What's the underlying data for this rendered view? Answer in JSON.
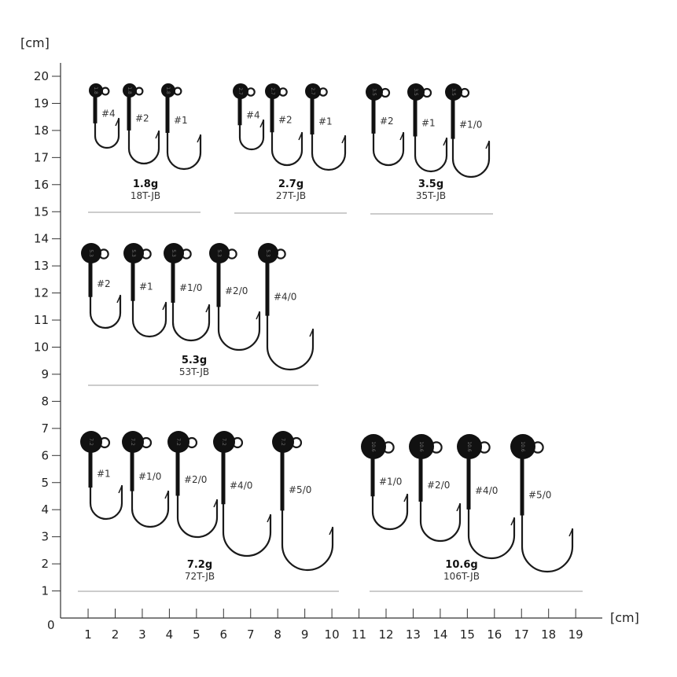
{
  "axes": {
    "y_unit": "[cm]",
    "x_unit": "[cm]",
    "origin_label": "0",
    "x_ticks": [
      "1",
      "2",
      "3",
      "4",
      "5",
      "6",
      "7",
      "8",
      "9",
      "10",
      "11",
      "12",
      "13",
      "14",
      "15",
      "16",
      "17",
      "18",
      "19"
    ],
    "y_ticks": [
      "1",
      "2",
      "3",
      "4",
      "5",
      "6",
      "7",
      "8",
      "9",
      "10",
      "11",
      "12",
      "13",
      "14",
      "15",
      "16",
      "17",
      "18",
      "19",
      "20"
    ]
  },
  "colors": {
    "hook": "#1a1a1a",
    "axis": "#333333",
    "divider": "#999999"
  },
  "groups": [
    {
      "weight": "1.8g",
      "code": "18T-JB",
      "head_text": "1.8",
      "hooks": [
        "#4",
        "#2",
        "#1"
      ]
    },
    {
      "weight": "2.7g",
      "code": "27T-JB",
      "head_text": "2.7",
      "hooks": [
        "#4",
        "#2",
        "#1"
      ]
    },
    {
      "weight": "3.5g",
      "code": "35T-JB",
      "head_text": "3.5",
      "hooks": [
        "#2",
        "#1",
        "#1/0"
      ]
    },
    {
      "weight": "5.3g",
      "code": "53T-JB",
      "head_text": "5.3",
      "hooks": [
        "#2",
        "#1",
        "#1/0",
        "#2/0",
        "#4/0"
      ]
    },
    {
      "weight": "7.2g",
      "code": "72T-JB",
      "head_text": "7.2",
      "hooks": [
        "#1",
        "#1/0",
        "#2/0",
        "#4/0",
        "#5/0"
      ]
    },
    {
      "weight": "10.6g",
      "code": "106T-JB",
      "head_text": "10.6",
      "hooks": [
        "#1/0",
        "#2/0",
        "#4/0",
        "#5/0"
      ]
    }
  ]
}
